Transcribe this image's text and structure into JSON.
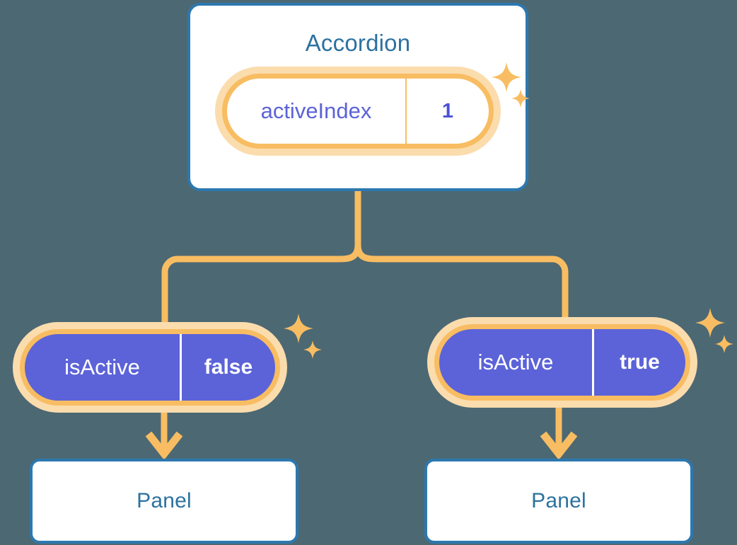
{
  "background_color": "#4c6873",
  "palette": {
    "card_border": "#2d78af",
    "card_title": "#2c72a0",
    "accent_orange": "#f8bd62",
    "accent_orange_glow": "#fbdcad",
    "badge_purple": "#5c63d8",
    "badge_text_light": "#ffffff",
    "card_bg": "#ffffff"
  },
  "diagram": {
    "root": {
      "title": "Accordion",
      "state_badge": {
        "key": "activeIndex",
        "value": "1",
        "style": "outline",
        "sparkle_icon": "sparkle-icon"
      }
    },
    "children": [
      {
        "prop_badge": {
          "key": "isActive",
          "value": "false",
          "style": "solid",
          "sparkle_icon": "sparkle-icon"
        },
        "arrow_icon": "arrow-down-icon",
        "card": {
          "title": "Panel"
        }
      },
      {
        "prop_badge": {
          "key": "isActive",
          "value": "true",
          "style": "solid",
          "sparkle_icon": "sparkle-icon"
        },
        "arrow_icon": "arrow-down-icon",
        "card": {
          "title": "Panel"
        }
      }
    ]
  }
}
